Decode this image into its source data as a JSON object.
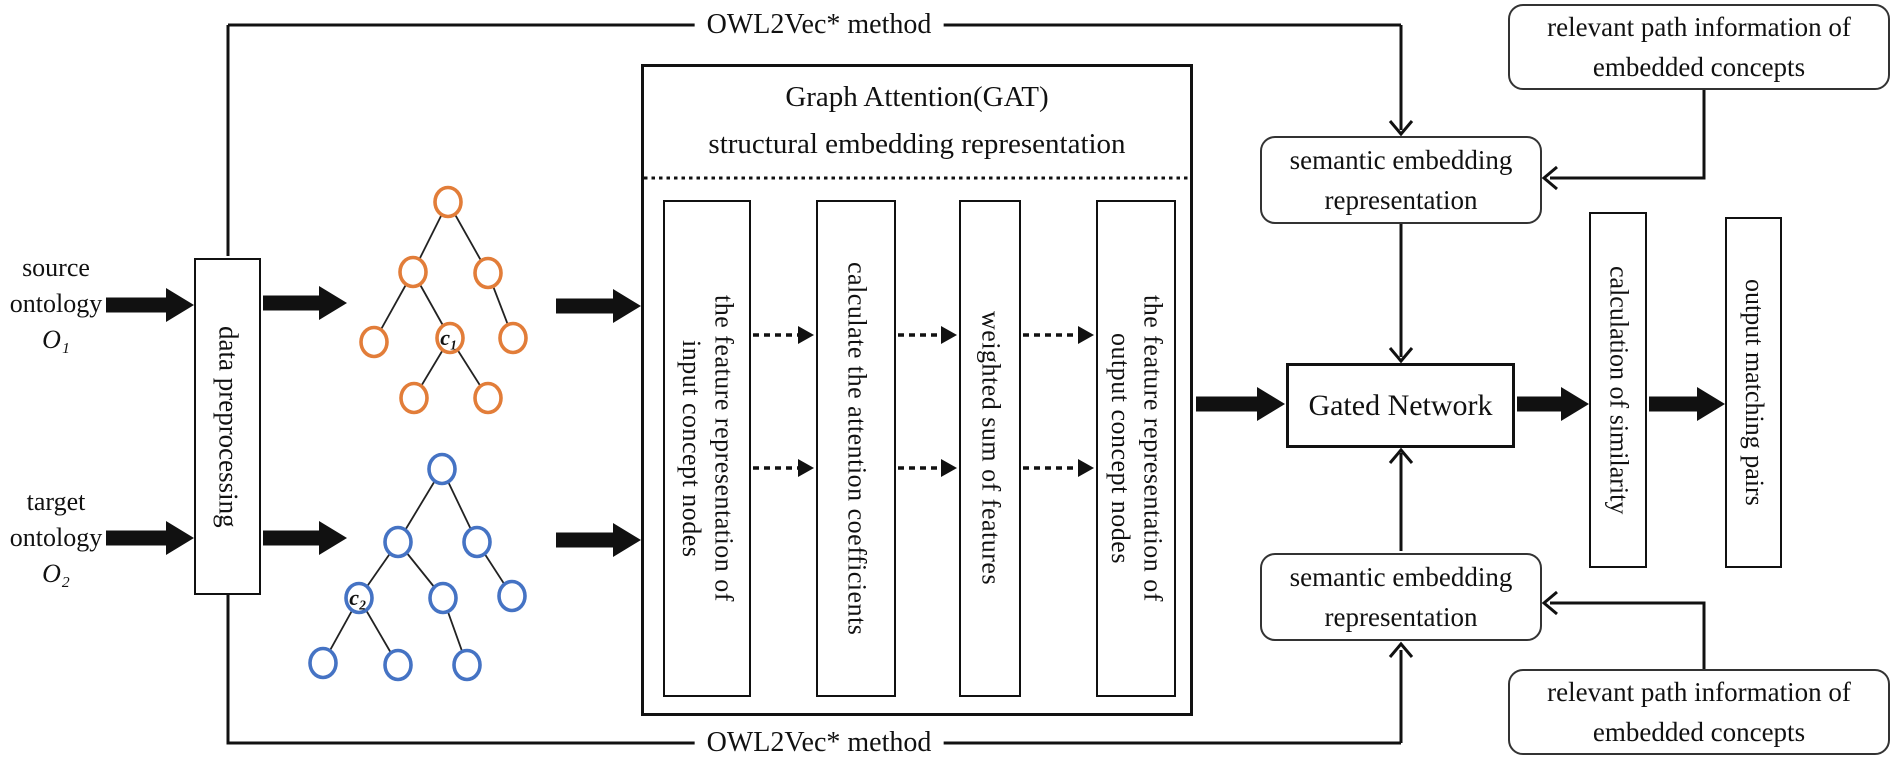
{
  "diagram_title_hint": "ontology matching framework",
  "colors": {
    "tree_orange": "#E27D39",
    "tree_blue": "#4573C4",
    "line_black": "#111111",
    "background": "#ffffff"
  },
  "flow": {
    "owl2vec_top": "OWL2Vec*  method",
    "owl2vec_bottom": "OWL2Vec*  method"
  },
  "left_labels": {
    "source": [
      "source",
      "ontology",
      "O₁"
    ],
    "target": [
      "target",
      "ontology",
      "O₂"
    ]
  },
  "preprocessing": {
    "label": "data preprocessing"
  },
  "trees": {
    "c1_label": "c₁",
    "c2_label": "c₂"
  },
  "gat": {
    "title_line1": "Graph Attention(GAT)",
    "title_line2": "structural embedding representation",
    "steps": [
      "the feature representation of\ninput concept nodes",
      "calculate the attention coefficients",
      "weighted sum of features",
      "the feature representation of\noutput concept nodes"
    ]
  },
  "gated_network": {
    "label": "Gated Network"
  },
  "semantic_top": {
    "label": "semantic embedding\nrepresentation"
  },
  "semantic_bottom": {
    "label": "semantic embedding\nrepresentation"
  },
  "relevant_top": {
    "label": "relevant path information of\nembedded concepts"
  },
  "relevant_bottom": {
    "label": "relevant path information of\nembedded concepts"
  },
  "similarity": {
    "label": "calculation of similarity"
  },
  "output": {
    "label": "output matching pairs"
  }
}
